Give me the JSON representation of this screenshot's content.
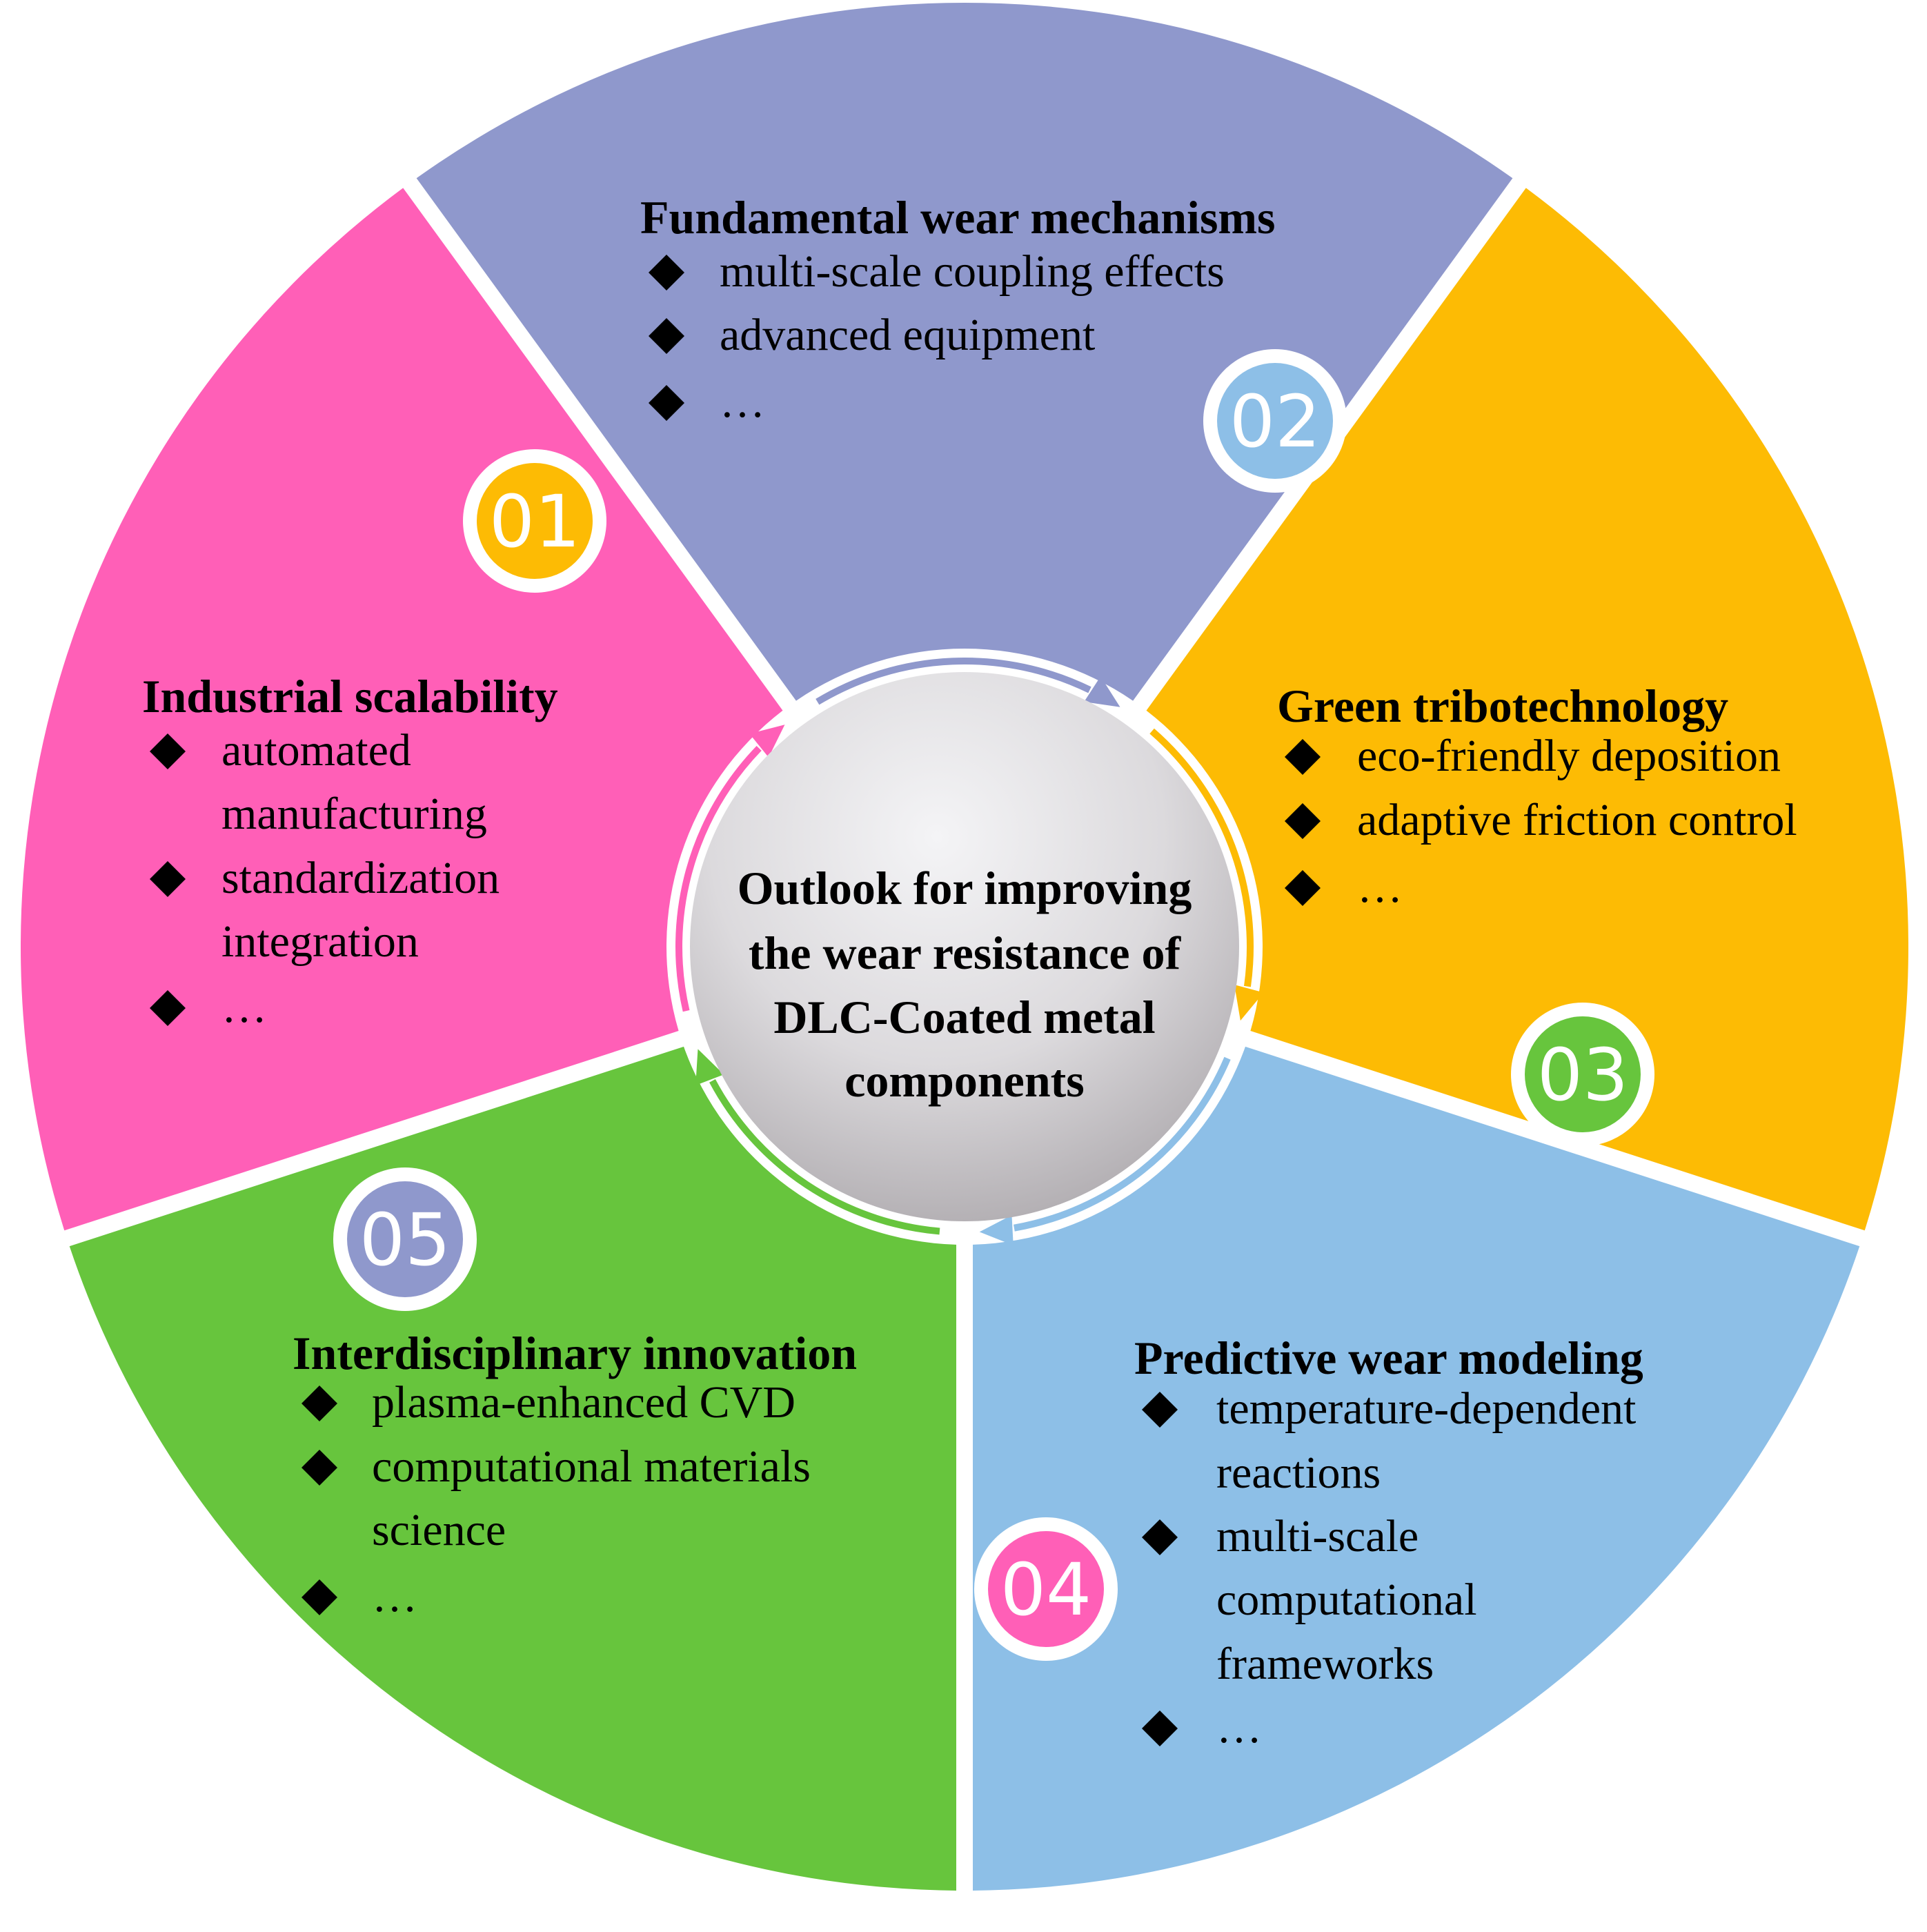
{
  "center": {
    "lines": [
      "Outlook for improving",
      "the wear resistance of",
      "DLC-Coated metal",
      "components"
    ]
  },
  "segments": [
    {
      "badge": "01",
      "color": "#8f98cc",
      "title": "Fundamental wear mechanisms",
      "items": [
        {
          "lines": [
            "multi-scale coupling effects"
          ]
        },
        {
          "lines": [
            "advanced equipment"
          ]
        },
        {
          "lines": [
            "…"
          ]
        }
      ]
    },
    {
      "badge": "02",
      "color": "#fdbb04",
      "title": "Green tribotechnology",
      "items": [
        {
          "lines": [
            "eco-friendly deposition"
          ]
        },
        {
          "lines": [
            "adaptive friction control"
          ]
        },
        {
          "lines": [
            "…"
          ]
        }
      ]
    },
    {
      "badge": "03",
      "color": "#8dbfe7",
      "title": "Predictive wear modeling",
      "items": [
        {
          "lines": [
            "temperature-dependent",
            "reactions"
          ]
        },
        {
          "lines": [
            "multi-scale",
            "computational",
            "frameworks"
          ]
        },
        {
          "lines": [
            "…"
          ]
        }
      ]
    },
    {
      "badge": "04",
      "color": "#67c53d",
      "title": "Interdisciplinary innovation",
      "items": [
        {
          "lines": [
            "plasma-enhanced CVD"
          ]
        },
        {
          "lines": [
            "computational materials",
            "science"
          ]
        },
        {
          "lines": [
            "…"
          ]
        }
      ]
    },
    {
      "badge": "05",
      "color": "#ff5fb7",
      "title": "Industrial scalability",
      "items": [
        {
          "lines": [
            "automated",
            "manufacturing"
          ]
        },
        {
          "lines": [
            "standardization",
            "integration"
          ]
        },
        {
          "lines": [
            "…"
          ]
        }
      ]
    }
  ]
}
